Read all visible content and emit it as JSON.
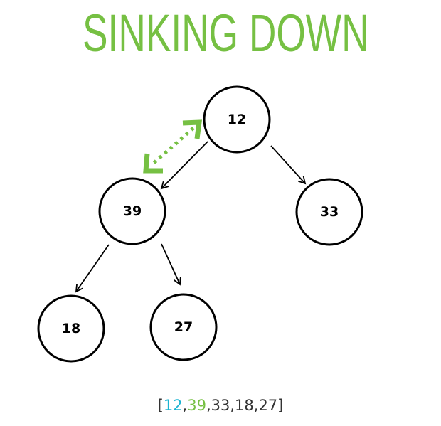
{
  "title": "SINKING DOWN",
  "colors": {
    "title": "#76c043",
    "swap_arrow": "#76c043",
    "array_current": "#1bb3d1",
    "array_swap": "#76c043",
    "array_default": "#333333"
  },
  "tree": {
    "root": "12",
    "left": "39",
    "right": "33",
    "left_left": "18",
    "left_right": "27"
  },
  "swap_indicator": {
    "from": "12",
    "to": "39",
    "icon": "double-headed-dotted-arrow"
  },
  "array": {
    "open": "[",
    "current": "12",
    "sep1": ",",
    "swap": "39",
    "rest": ",33,18,27",
    "close": "]"
  }
}
